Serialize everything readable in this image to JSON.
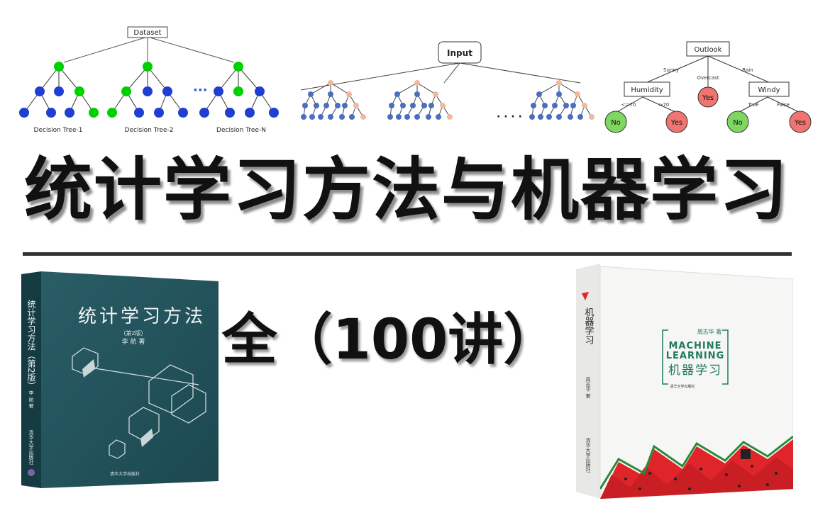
{
  "diagram_forest": {
    "root_label": "Dataset",
    "tree_labels": [
      "Decision Tree-1",
      "Decision Tree-2",
      "Decision Tree-N"
    ],
    "ellipsis": "···",
    "colors": {
      "node": "#1f3fd1",
      "highlight": "#00d000"
    }
  },
  "diagram_input": {
    "root_label": "Input",
    "ellipsis": "· · · ·",
    "colors": {
      "node": "#4a6fc0",
      "leaf": "#f0b8a0"
    }
  },
  "diagram_outlook": {
    "root_label": "Outlook",
    "branches": [
      "Sunny",
      "Overcast",
      "Rain"
    ],
    "humidity_label": "Humidity",
    "windy_label": "Windy",
    "humidity_branches": [
      "<=70",
      ">70"
    ],
    "windy_branches": [
      "True",
      "False"
    ],
    "yes_label": "Yes",
    "no_label": "No",
    "colors": {
      "yes": "#f07570",
      "no": "#7ed860"
    }
  },
  "title": "统计学习方法与机器学习",
  "subtitle": "全（100讲）",
  "book_left": {
    "cover_title": "统计学习方法",
    "edition": "（第2版）",
    "author": "李 航 著",
    "spine_title": "统计学习方法（第2版）",
    "spine_author": "李 航 著",
    "spine_publisher": "清华大学出版社",
    "publisher": "清华大学出版社",
    "colors": {
      "cover": "#1f4f58",
      "spine": "#143a42"
    }
  },
  "book_right": {
    "spine_title": "机器学习",
    "spine_author": "周志华 著",
    "spine_publisher": "清华大学出版社",
    "author": "周志华 著",
    "en_line1": "MACHINE",
    "en_line2": "LEARNING",
    "cn_title": "机器学习",
    "publisher": "清华大学出版社",
    "colors": {
      "cover": "#f6f6f4",
      "green": "#1f7a60",
      "watermelon": "#e0252a"
    }
  }
}
